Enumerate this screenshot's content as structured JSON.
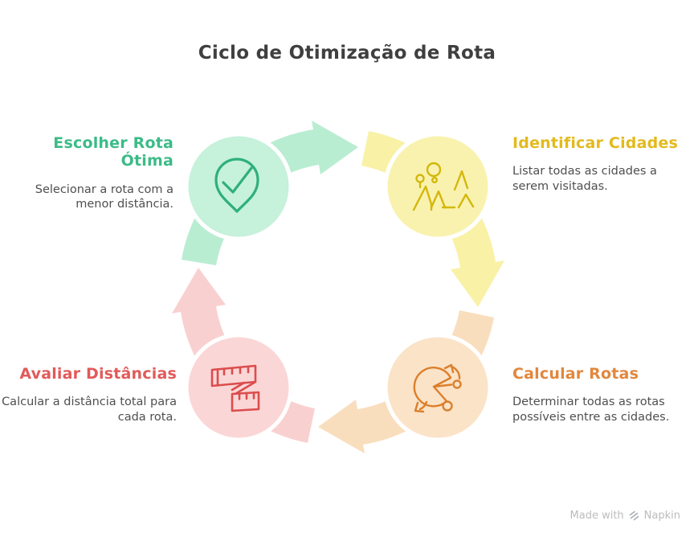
{
  "title": "Ciclo de Otimização de Rota",
  "title_color": "#3F3F3F",
  "text_color": "#4F4F4F",
  "background": "#FFFFFF",
  "steps": [
    {
      "title": "Escolher Rota Ótima",
      "description": "Selecionar a rota com a menor distância.",
      "heading_color": "#3CBB87",
      "circle_fill": "#C6F1DB",
      "band_color": "#B9EDD2",
      "icon_color": "#2FAF7D",
      "icon": "pin-check-icon"
    },
    {
      "title": "Identificar Cidades",
      "description": "Listar todas as cidades a serem visitadas.",
      "heading_color": "#E3BA1D",
      "circle_fill": "#F9F2AF",
      "band_color": "#F9F1A6",
      "icon_color": "#D4B70B",
      "icon": "cities-map-icon"
    },
    {
      "title": "Calcular Rotas",
      "description": "Determinar todas as rotas possíveis entre as cidades.",
      "heading_color": "#E2873D",
      "circle_fill": "#FBE3C8",
      "band_color": "#F9DEBE",
      "icon_color": "#DC7F2B",
      "icon": "route-pie-icon"
    },
    {
      "title": "Avaliar Distâncias",
      "description": "Calcular a distância total para cada rota.",
      "heading_color": "#E15A5A",
      "circle_fill": "#FBD6D6",
      "band_color": "#F9D0D0",
      "icon_color": "#DB4D4D",
      "icon": "measuring-tape-icon"
    }
  ],
  "watermark": {
    "text_prefix": "Made with",
    "brand": "Napkin",
    "icon": "napkin-logo-icon",
    "color": "#BCBCBC"
  }
}
